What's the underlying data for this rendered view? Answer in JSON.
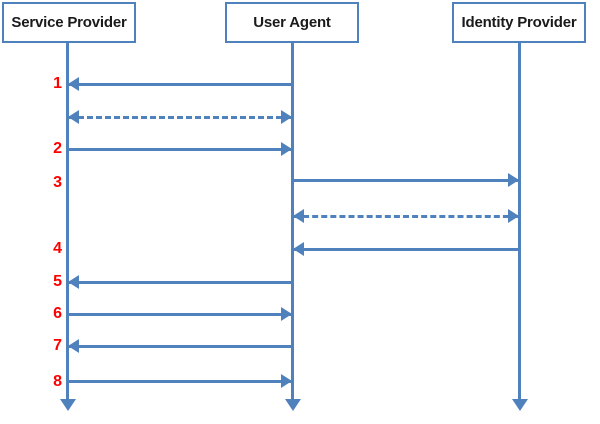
{
  "diagram": {
    "type": "sequence-diagram",
    "actors": [
      {
        "id": "service-provider",
        "label": "Service Provider"
      },
      {
        "id": "user-agent",
        "label": "User Agent"
      },
      {
        "id": "identity-provider",
        "label": "Identity Provider"
      }
    ],
    "steps": [
      {
        "num": "1",
        "from": "User Agent",
        "to": "Service Provider",
        "style": "solid"
      },
      {
        "num": "",
        "from": "Service Provider",
        "to": "User Agent",
        "style": "dashed-bidirectional"
      },
      {
        "num": "2",
        "from": "Service Provider",
        "to": "User Agent",
        "style": "solid"
      },
      {
        "num": "3",
        "from": "User Agent",
        "to": "Identity Provider",
        "style": "solid"
      },
      {
        "num": "",
        "from": "User Agent",
        "to": "Identity Provider",
        "style": "dashed-bidirectional"
      },
      {
        "num": "4",
        "from": "Identity Provider",
        "to": "User Agent",
        "style": "solid"
      },
      {
        "num": "5",
        "from": "User Agent",
        "to": "Service Provider",
        "style": "solid"
      },
      {
        "num": "6",
        "from": "Service Provider",
        "to": "User Agent",
        "style": "solid"
      },
      {
        "num": "7",
        "from": "User Agent",
        "to": "Service Provider",
        "style": "solid"
      },
      {
        "num": "8",
        "from": "Service Provider",
        "to": "User Agent",
        "style": "solid"
      }
    ],
    "colors": {
      "line_blue": "#4f81bd",
      "step_number_red": "#ff0000",
      "actor_border": "#4f81bd",
      "actor_fill": "#ffffff",
      "actor_text": "#1a1a1a",
      "background": "#ffffff"
    }
  }
}
